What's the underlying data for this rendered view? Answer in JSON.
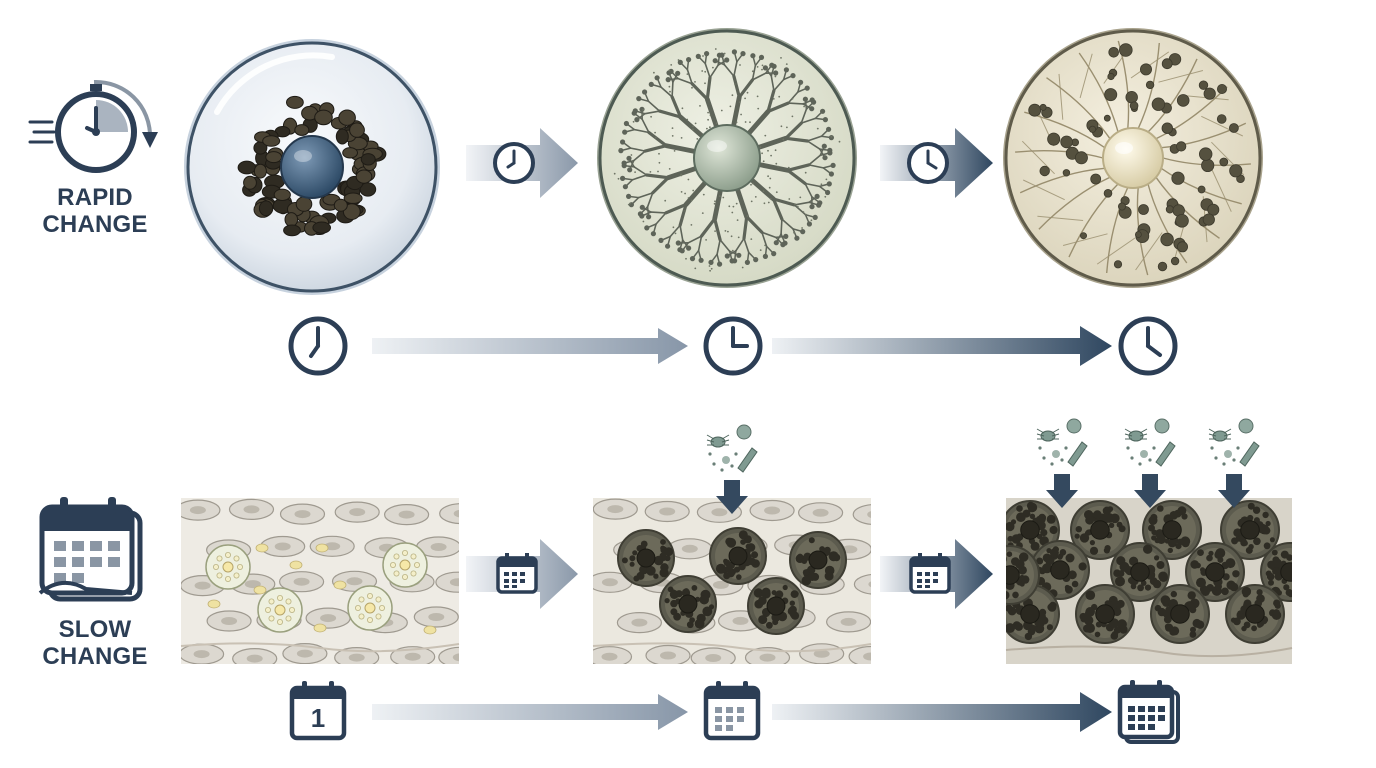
{
  "rows": [
    {
      "id": "rapid",
      "label_line1": "RAPID",
      "label_line2": "CHANGE",
      "icon": "stopwatch-speed-icon",
      "stage_icon": "clock-icon",
      "stages": [
        {
          "name": "dark-granule-ring-cell"
        },
        {
          "name": "branching-dendritic-cell"
        },
        {
          "name": "speckled-radial-cell"
        }
      ]
    },
    {
      "id": "slow",
      "label_line1": "SLOW",
      "label_line2": "CHANGE",
      "icon": "calendar-pages-icon",
      "stage_icon": "calendar-icon",
      "first_calendar_day": "1",
      "stages": [
        {
          "name": "healthy-tissue-strip"
        },
        {
          "name": "partially-infected-tissue-strip"
        },
        {
          "name": "fully-infected-tissue-strip"
        }
      ]
    }
  ],
  "colors": {
    "navy": "#2c3e55",
    "arrow_light": "#d9dee5",
    "arrow_dark": "#34495f",
    "cell_rim": "#6b7d8f",
    "dish_pale": "#eef2f7",
    "dendrite_bg": "#e3e6d8",
    "speckle_bg": "#ece6d4",
    "tissue_bg": "#eeebe4",
    "infected_dark": "#3b3a33",
    "microbe": "#7f9a91"
  }
}
